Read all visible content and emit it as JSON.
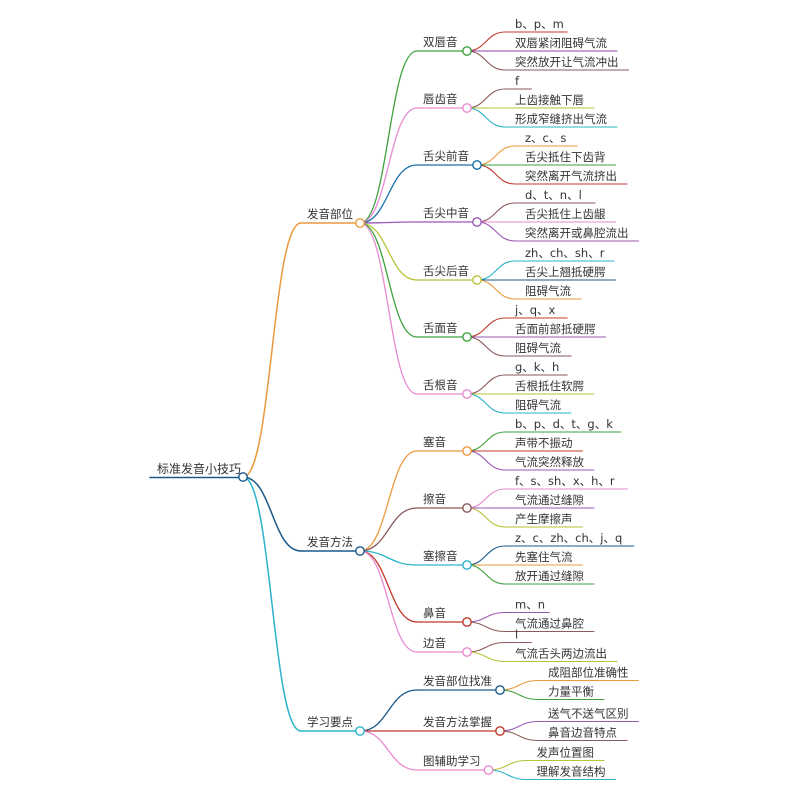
{
  "root": {
    "label": "标准发音小技巧",
    "color": "#1a5a8a",
    "children": [
      {
        "label": "发音部位",
        "color": "#ea9a3e",
        "children": [
          {
            "label": "双唇音",
            "color": "#3ea13e",
            "children": [
              {
                "label": "b、p、m",
                "color": "#c0392b"
              },
              {
                "label": "双唇紧闭阻碍气流",
                "color": "#8e44ad"
              },
              {
                "label": "突然放开让气流冲出",
                "color": "#8b5a5a"
              }
            ]
          },
          {
            "label": "唇齿音",
            "color": "#e88ad0",
            "children": [
              {
                "label": "f",
                "color": "#8b5a5a"
              },
              {
                "label": "上齿接触下唇",
                "color": "#b8c23a"
              },
              {
                "label": "形成窄缝挤出气流",
                "color": "#2ab3c9"
              }
            ]
          },
          {
            "label": "舌尖前音",
            "color": "#1a6fa8",
            "children": [
              {
                "label": "z、c、s",
                "color": "#ea9a3e"
              },
              {
                "label": "舌尖抵住下齿背",
                "color": "#3ea13e"
              },
              {
                "label": "突然离开气流挤出",
                "color": "#c0392b"
              }
            ]
          },
          {
            "label": "舌尖中音",
            "color": "#9b59b6",
            "children": [
              {
                "label": "d、t、n、l",
                "color": "#8b5a5a"
              },
              {
                "label": "舌尖抵住上齿龈",
                "color": "#e88ad0"
              },
              {
                "label": "突然离开或鼻腔流出",
                "color": "#9b59b6"
              }
            ]
          },
          {
            "label": "舌尖后音",
            "color": "#b8c23a",
            "children": [
              {
                "label": "zh、ch、sh、r",
                "color": "#2ab3c9"
              },
              {
                "label": "舌尖上翘抵硬腭",
                "color": "#1a5a8a"
              },
              {
                "label": "阻碍气流",
                "color": "#ea9a3e"
              }
            ]
          },
          {
            "label": "舌面音",
            "color": "#3ea13e",
            "children": [
              {
                "label": "j、q、x",
                "color": "#c0392b"
              },
              {
                "label": "舌面前部抵硬腭",
                "color": "#9b59b6"
              },
              {
                "label": "阻碍气流",
                "color": "#8b5a5a"
              }
            ]
          },
          {
            "label": "舌根音",
            "color": "#e88ad0",
            "children": [
              {
                "label": "g、k、h",
                "color": "#8b5a5a"
              },
              {
                "label": "舌根抵住软腭",
                "color": "#b8c23a"
              },
              {
                "label": "阻碍气流",
                "color": "#2ab3c9"
              }
            ]
          }
        ]
      },
      {
        "label": "发音方法",
        "color": "#1a5a8a",
        "children": [
          {
            "label": "塞音",
            "color": "#ea9a3e",
            "children": [
              {
                "label": "b、p、d、t、g、k",
                "color": "#3ea13e"
              },
              {
                "label": "声带不振动",
                "color": "#c0392b"
              },
              {
                "label": "气流突然释放",
                "color": "#9b59b6"
              }
            ]
          },
          {
            "label": "擦音",
            "color": "#8b5a5a",
            "children": [
              {
                "label": "f、s、sh、x、h、r",
                "color": "#e88ad0"
              },
              {
                "label": "气流通过缝隙",
                "color": "#9b59b6"
              },
              {
                "label": "产生摩擦声",
                "color": "#b8c23a"
              }
            ]
          },
          {
            "label": "塞擦音",
            "color": "#2ab3c9",
            "children": [
              {
                "label": "z、c、zh、ch、j、q",
                "color": "#1a5a8a"
              },
              {
                "label": "先塞住气流",
                "color": "#ea9a3e"
              },
              {
                "label": "放开通过缝隙",
                "color": "#3ea13e"
              }
            ]
          },
          {
            "label": "鼻音",
            "color": "#c0392b",
            "children": [
              {
                "label": "m、n",
                "color": "#9b59b6"
              },
              {
                "label": "气流通过鼻腔",
                "color": "#8b5a5a"
              }
            ]
          },
          {
            "label": "边音",
            "color": "#e88ad0",
            "children": [
              {
                "label": "l",
                "color": "#8b5a5a"
              },
              {
                "label": "气流舌头两边流出",
                "color": "#b8c23a"
              }
            ]
          }
        ]
      },
      {
        "label": "学习要点",
        "color": "#2ab3c9",
        "children": [
          {
            "label": "发音部位找准",
            "color": "#1a5a8a",
            "children": [
              {
                "label": "成阻部位准确性",
                "color": "#ea9a3e"
              },
              {
                "label": "力量平衡",
                "color": "#3ea13e"
              }
            ]
          },
          {
            "label": "发音方法掌握",
            "color": "#c0392b",
            "children": [
              {
                "label": "送气不送气区别",
                "color": "#9b59b6"
              },
              {
                "label": "鼻音边音特点",
                "color": "#8b5a5a"
              }
            ]
          },
          {
            "label": "图辅助学习",
            "color": "#e88ad0",
            "children": [
              {
                "label": "发声位置图",
                "color": "#b8c23a"
              },
              {
                "label": "理解发音结构",
                "color": "#2ab3c9"
              }
            ]
          }
        ]
      }
    ]
  }
}
